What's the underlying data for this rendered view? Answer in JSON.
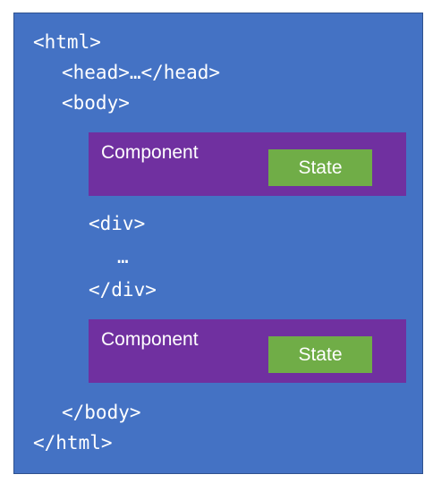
{
  "code": {
    "html_open": "<html>",
    "head": "<head>…</head>",
    "body_open": "<body>",
    "div_open": "<div>",
    "ellipsis": "…",
    "div_close": "</div>",
    "body_close": "</body>",
    "html_close": "</html>"
  },
  "components": [
    {
      "label": "Component",
      "state": "State"
    },
    {
      "label": "Component",
      "state": "State"
    }
  ],
  "colors": {
    "background": "#4472c4",
    "component": "#7030a0",
    "state": "#70ad47",
    "text": "#ffffff"
  }
}
